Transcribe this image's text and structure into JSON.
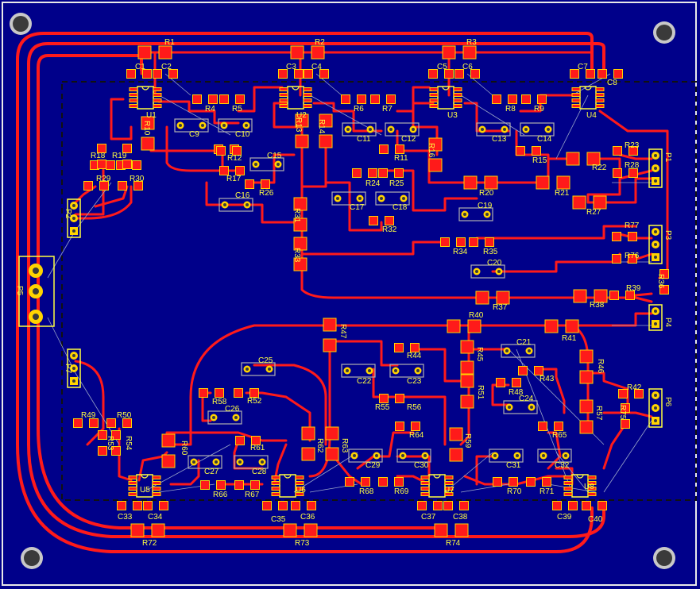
{
  "title": "",
  "colors": {
    "board": "#00008a",
    "outline": "#e8e8e8",
    "keepout": "#111111",
    "trace": "#ff1a1a",
    "pad": "#ff1a1a",
    "pad_edge": "#ffd400",
    "silk": "#ffff40",
    "hole": "#3a3a3a",
    "ratsnest": "#9aa6c8"
  },
  "icons": [
    "mounting-hole-icon"
  ],
  "labels": {
    "U1": "U1",
    "U2": "U2",
    "U3": "U3",
    "U4": "U4",
    "U5": "U5",
    "U6": "U6",
    "U7": "U7",
    "U8": "U8",
    "P1": "P1",
    "P2": "P2",
    "P3": "P3",
    "P4": "P4",
    "P5": "P5",
    "P6": "P6",
    "P7": "P7",
    "C1": "C1",
    "C2": "C2",
    "C3": "C3",
    "C4": "C4",
    "C5": "C5",
    "C6": "C6",
    "C7": "C7",
    "C8": "C8",
    "C9": "C9",
    "C10": "C10",
    "C11": "C11",
    "C12": "C12",
    "C13": "C13",
    "C14": "C14",
    "C15": "C15",
    "C16": "C16",
    "C17": "C17",
    "C18": "C18",
    "C19": "C19",
    "C20": "C20",
    "C21": "C21",
    "C22": "C22",
    "C23": "C23",
    "C24": "C24",
    "C25": "C25",
    "C26": "C26",
    "C27": "C27",
    "C28": "C28",
    "C29": "C29",
    "C30": "C30",
    "C31": "C31",
    "C32": "C32",
    "C33": "C33",
    "C34": "C34",
    "C35": "C35",
    "C36": "C36",
    "C37": "C37",
    "C38": "C38",
    "C39": "C39",
    "C40": "C40",
    "R1": "R1",
    "R2": "R2",
    "R3": "R3",
    "R4": "R4",
    "R5": "R5",
    "R6": "R6",
    "R7": "R7",
    "R8": "R8",
    "R9": "R9",
    "R10": "R10",
    "R11": "R11",
    "R12": "R12",
    "R13": "R13",
    "R14": "R14",
    "R15": "R15",
    "R16": "R16",
    "R17": "R17",
    "R18": "R18",
    "R19": "R19",
    "R20": "R20",
    "R21": "R21",
    "R22": "R22",
    "R23": "R23",
    "R24": "R24",
    "R25": "R25",
    "R26": "R26",
    "R27": "R27",
    "R28": "R28",
    "R29": "R29",
    "R30": "R30",
    "R31": "R31",
    "R32": "R32",
    "R33": "R33",
    "R34": "R34",
    "R35": "R35",
    "R36": "R36",
    "R37": "R37",
    "R38": "R38",
    "R39": "R39",
    "R40": "R40",
    "R41": "R41",
    "R42": "R42",
    "R43": "R43",
    "R44": "R44",
    "R45": "R45",
    "R46": "R46",
    "R47": "R47",
    "R48": "R48",
    "R49": "R49",
    "R50": "R50",
    "R51": "R51",
    "R52": "R52",
    "R53": "R53",
    "R54": "R54",
    "R55": "R55",
    "R56": "R56",
    "R57": "R57",
    "R58": "R58",
    "R59": "R59",
    "R60": "R60",
    "R61": "R61",
    "R62": "R62",
    "R63": "R63",
    "R64": "R64",
    "R65": "R65",
    "R66": "R66",
    "R67": "R67",
    "R68": "R68",
    "R69": "R69",
    "R70": "R70",
    "R71": "R71",
    "R72": "R72",
    "R73": "R73",
    "R74": "R74",
    "R75": "R75",
    "R76": "R76",
    "R77": "R77"
  }
}
